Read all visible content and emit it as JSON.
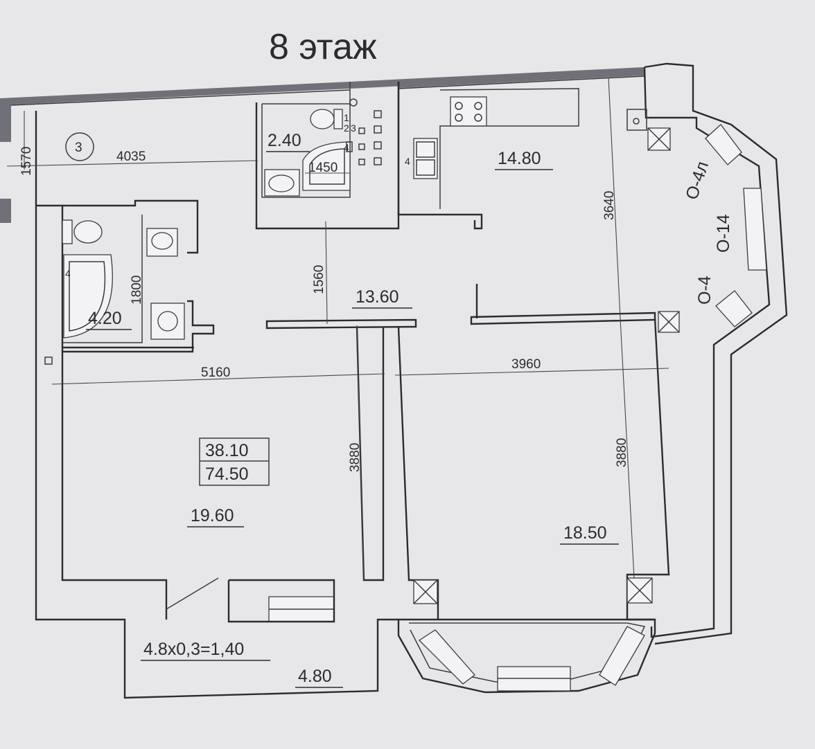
{
  "title": "8 этаж",
  "apartment_number": "3",
  "totals": {
    "living": "38.10",
    "total": "74.50"
  },
  "rooms": {
    "bathroom_small": "2.40",
    "kitchen": "14.80",
    "hall": "13.60",
    "bathroom": "4.20",
    "room_left": "19.60",
    "room_right": "18.50",
    "balcony": "4.80",
    "balcony_formula": "4.8х0,3=1,40"
  },
  "dimensions": {
    "d1570": "1570",
    "d4035": "4035",
    "d1450": "1450",
    "d3640": "3640",
    "d1800": "1800",
    "d1560": "1560",
    "d5160": "5160",
    "d3960": "3960",
    "d3880_left": "3880",
    "d3880_right": "3880"
  },
  "window_labels": {
    "w1": "О-4л",
    "w2": "О-14",
    "w3": "О-4"
  },
  "fixture_labels": {
    "f1": "1",
    "f2": "2",
    "f3": "3",
    "f4": "4",
    "f5": "4",
    "f6": "4"
  }
}
